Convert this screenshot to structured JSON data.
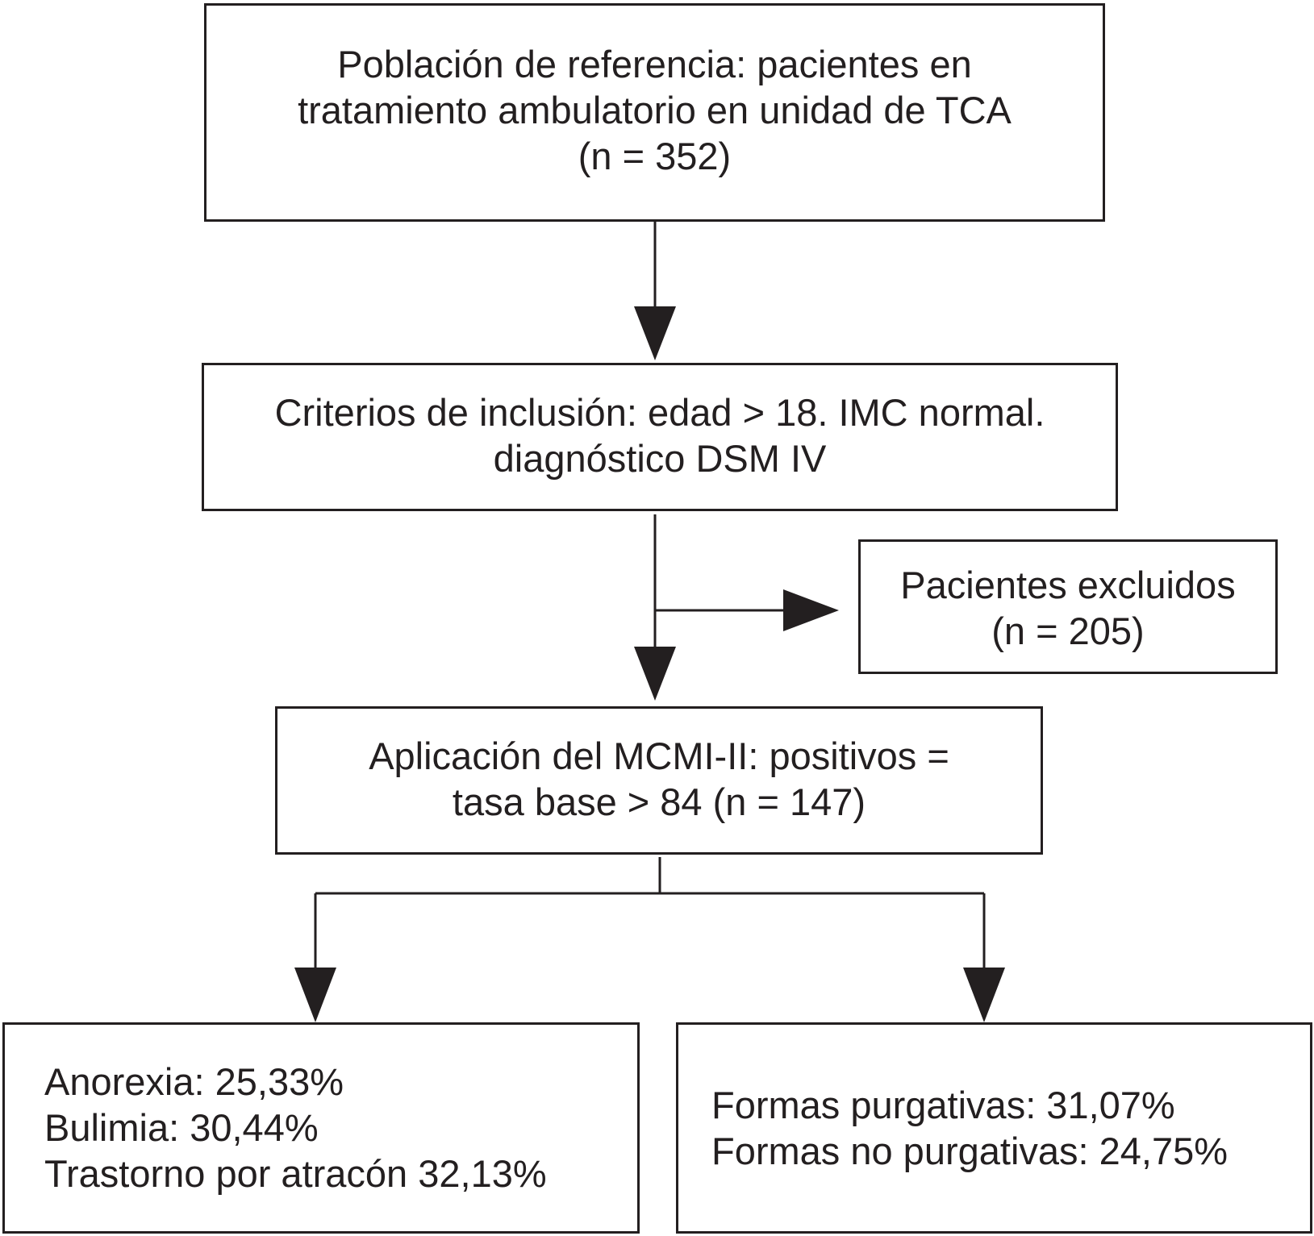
{
  "boxes": {
    "population": {
      "line1": "Población de referencia: pacientes en",
      "line2": "tratamiento ambulatorio en unidad de TCA",
      "line3": "(n = 352)"
    },
    "inclusion": {
      "line1": "Criterios de inclusión: edad > 18. IMC normal.",
      "line2": "diagnóstico DSM IV"
    },
    "excluded": {
      "line1": "Pacientes excluidos",
      "line2": "(n = 205)"
    },
    "mcmi": {
      "line1": "Aplicación del MCMI-II: positivos =",
      "line2": "tasa base > 84 (n = 147)"
    },
    "diagnoses": {
      "line1": "Anorexia: 25,33%",
      "line2": "Bulimia: 30,44%",
      "line3": "Trastorno por atracón 32,13%"
    },
    "forms": {
      "line1": "Formas purgativas: 31,07%",
      "line2": "Formas no purgativas: 24,75%"
    }
  },
  "colors": {
    "stroke": "#231f20",
    "background": "#ffffff"
  }
}
